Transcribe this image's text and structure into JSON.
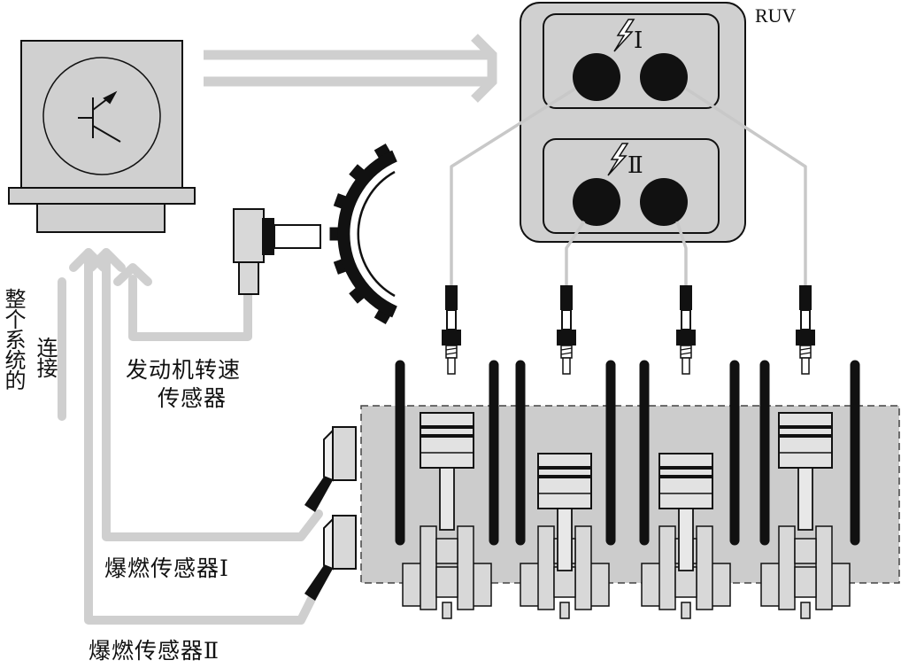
{
  "labels": {
    "ruv": "RUV",
    "coil_i": "Ⅰ",
    "coil_ii": "Ⅱ",
    "speed_sensor": [
      "发动机转速",
      "传感器"
    ],
    "knock_sensor_i": "爆燃传感器Ⅰ",
    "knock_sensor_ii": "爆燃传感器Ⅱ",
    "system_connection": [
      "整个系统的",
      "连接"
    ]
  },
  "colors": {
    "panel_fill": "#d0d0d0",
    "engine_fill": "#cccccc",
    "outline": "#111111",
    "arrow": "#cfcfcf",
    "wire": "#c8c8c8",
    "dark": "#111111"
  },
  "icons": {
    "ecu_symbol": "transistor-icon",
    "coil_symbol": "lightning-bolt-icon"
  }
}
